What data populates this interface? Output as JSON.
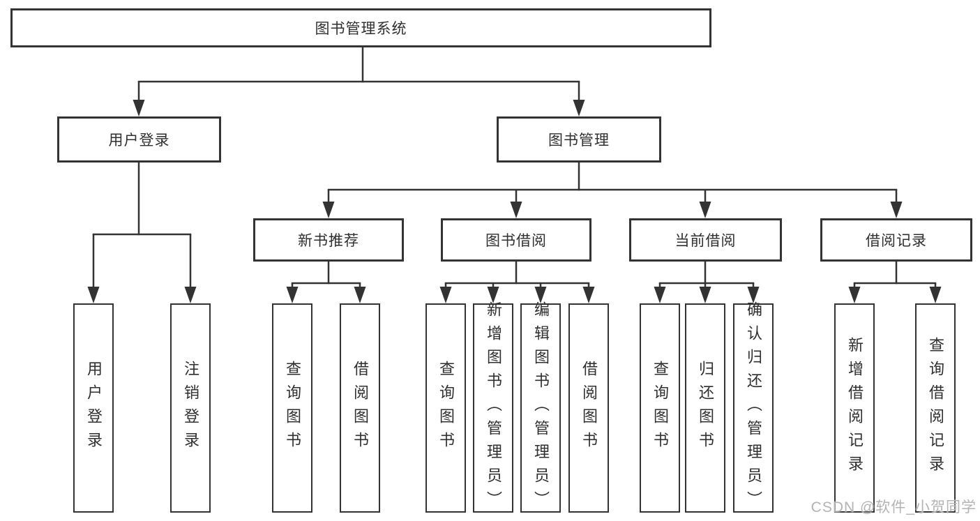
{
  "diagram": {
    "title": "图书管理系统",
    "watermark": "CSDN @软件_小贺同学",
    "colors": {
      "line": "#333333",
      "border": "#333333",
      "text": "#2f2f2f",
      "watermark": "#b3b3b3",
      "background": "#ffffff"
    },
    "nodes": {
      "root": "图书管理系统",
      "user_login": "用户登录",
      "book_mgmt": "图书管理",
      "new_books": "新书推荐",
      "book_borrow": "图书借阅",
      "current_borrow": "当前借阅",
      "borrow_records": "借阅记录",
      "leaves": {
        "user_login_1": "用户登录",
        "logout": "注销登录",
        "nb_query_books": "查询图书",
        "nb_borrow_books": "借阅图书",
        "bb_query_books": "查询图书",
        "bb_add_books": "新增图书（管理员）",
        "bb_edit_books": "编辑图书（管理员）",
        "bb_borrow_books": "借阅图书",
        "cb_query_books": "查询图书",
        "cb_return_books": "归还图书",
        "cb_confirm_return": "确认归还（管理员）",
        "br_add_record": "新增借阅记录",
        "br_query_record": "查询借阅记录"
      }
    }
  }
}
